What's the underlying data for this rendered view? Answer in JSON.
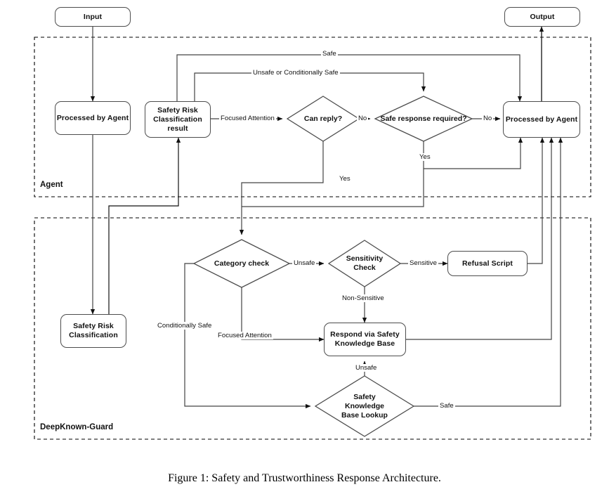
{
  "figure": {
    "caption": "Figure 1: Safety and Trustworthiness Response Architecture."
  },
  "groups": [
    {
      "id": "agent",
      "label": "Agent"
    },
    {
      "id": "deepknown",
      "label": "DeepKnown-Guard"
    }
  ],
  "nodes": {
    "input": "Input",
    "output": "Output",
    "processed_by_agent_left": "Processed by Agent",
    "safety_risk_classification_result": "Safety Risk\nClassification result",
    "can_reply": "Can reply?",
    "safe_response_required": "Safe response required?",
    "processed_by_agent_right": "Processed by Agent",
    "safety_risk_classification": "Safety Risk\nClassification",
    "category_check": "Category check",
    "sensitivity_check": "Sensitivity\nCheck",
    "refusal_script": "Refusal Script",
    "respond_via_safety_kb": "Respond via Safety\nKnowledge Base",
    "safety_kb_lookup": "Safety\nKnowledge\nBase Lookup"
  },
  "node_lines": {
    "safety_risk_classification_result": [
      "Safety Risk",
      "Classification result"
    ],
    "safety_risk_classification": [
      "Safety Risk",
      "Classification"
    ],
    "sensitivity_check": [
      "Sensitivity",
      "Check"
    ],
    "respond_via_safety_kb": [
      "Respond via Safety",
      "Knowledge Base"
    ],
    "safety_kb_lookup": [
      "Safety",
      "Knowledge",
      "Base Lookup"
    ]
  },
  "edge_labels": {
    "safe_top": "Safe",
    "unsafe_or_conditionally_safe": "Unsafe or Conditionally Safe",
    "focused_attention_top": "Focused Attention",
    "no_can_reply": "No",
    "no_safe_response": "No",
    "yes_can_reply": "Yes",
    "yes_safe_response": "Yes",
    "unsafe_category": "Unsafe",
    "sensitive": "Sensitive",
    "non_sensitive": "Non-Sensitive",
    "conditionally_safe": "Conditionally Safe",
    "focused_attention_bottom": "Focused Attention",
    "unsafe_lookup": "Unsafe",
    "safe_lookup": "Safe"
  },
  "colors": {
    "node_stroke": "#4d4d4d",
    "edge_dark": "#111111",
    "edge_gray": "#666666",
    "background": "#ffffff",
    "group_border": "#000000"
  }
}
